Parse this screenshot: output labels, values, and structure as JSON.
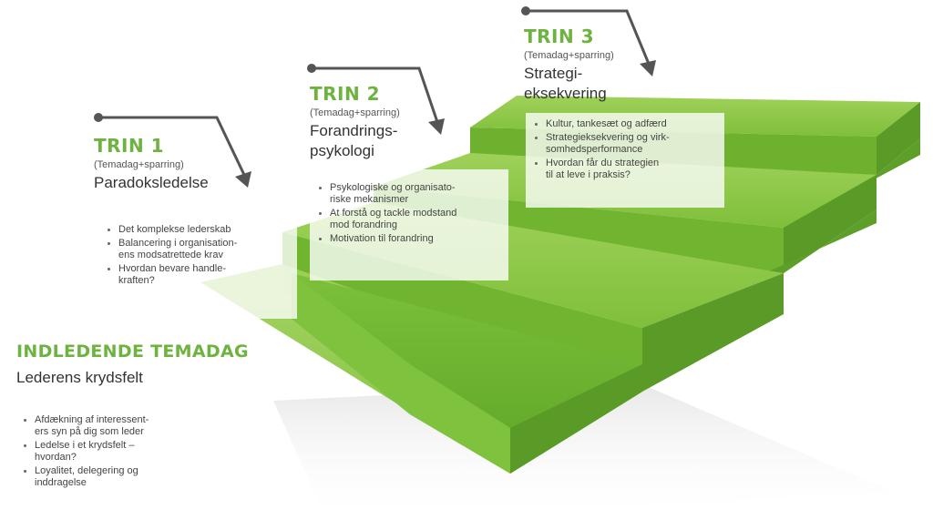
{
  "steps": [
    {
      "title": "TRIN 1",
      "subtitle": "(Temadag+sparring)",
      "name": "Paradoksledelse",
      "bullets": [
        "Det komplekse lederskab",
        "Balancering i organisation-\nens modsatrettede krav",
        "Hvordan bevare handle-\nkraften?"
      ]
    },
    {
      "title": "TRIN 2",
      "subtitle": "(Temadag+sparring)",
      "name": "Forandrings-\npsykologi",
      "bullets": [
        "Psykologiske og organisato-\nriske mekanismer",
        "At forstå og tackle modstand\nmod forandring",
        "Motivation til forandring"
      ]
    },
    {
      "title": "TRIN 3",
      "subtitle": "(Temadag+sparring)",
      "name": "Strategi-\neksekvering",
      "bullets": [
        "Kultur, tankesæt og adfærd",
        "Strategieksekvering og virk-\nsomhedsperformance",
        "Hvordan får du strategien\ntil at leve i praksis?"
      ]
    }
  ],
  "intro": {
    "title": "INDLEDENDE TEMADAG",
    "name": "Lederens krydsfelt",
    "bullets": [
      "Afdækning af interessent-\ners syn på dig som leder",
      "Ledelse i et krydsfelt –\nhvordan?",
      "Loyalitet, delegering og\ninddragelse"
    ]
  },
  "colors": {
    "accent": "#6db33f",
    "stair_top": "#8cc63f",
    "stair_front": "#6fb52c",
    "stair_side": "#5a9a2a",
    "arrow": "#555555"
  },
  "icons": [
    "arrow-icon"
  ]
}
